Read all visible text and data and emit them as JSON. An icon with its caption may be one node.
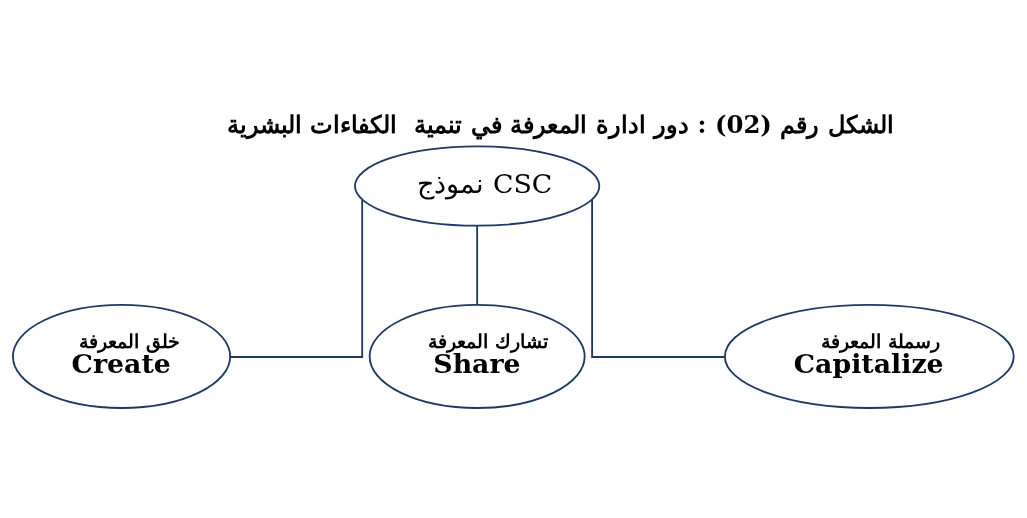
{
  "diagram": {
    "title": "الشكل رقم (02) : دور ادارة المعرفة في تنمية  الكفاءات البشرية",
    "nodes": [
      {
        "text": [
          "نموذج CSC"
        ]
      },
      {
        "text": [
          "خلق المعرفة",
          "Create"
        ]
      },
      {
        "text": [
          "تشارك المعرفة",
          "Share"
        ]
      },
      {
        "text": [
          "رسملة المعرفة",
          "Capitalize"
        ]
      }
    ],
    "edges": [
      {
        "from": 0,
        "to": 1,
        "arrow": "none"
      },
      {
        "from": 0,
        "to": 2,
        "arrow": "none"
      },
      {
        "from": 0,
        "to": 3,
        "arrow": "none"
      }
    ]
  }
}
